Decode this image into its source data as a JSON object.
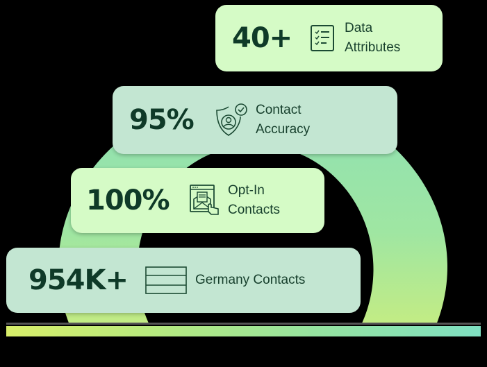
{
  "colors": {
    "background": "#000000",
    "card_light": "#d5fbc6",
    "card_mint": "#c3e6d2",
    "text_dark": "#0f3a28",
    "arc_top": "#8ee0b4",
    "arc_bottom": "#bdeb86",
    "bar_gradient": [
      "#d8ee6a",
      "#b8ea7e",
      "#96e3a0",
      "#7fe0c2"
    ]
  },
  "stats": [
    {
      "value": "40+",
      "label_line1": "Data",
      "label_line2": "Attributes",
      "icon": "checklist-icon"
    },
    {
      "value": "95%",
      "label_line1": "Contact",
      "label_line2": "Accuracy",
      "icon": "shield-user-check-icon"
    },
    {
      "value": "100%",
      "label_line1": "Opt-In",
      "label_line2": "Contacts",
      "icon": "email-click-icon"
    },
    {
      "value": "954K+",
      "label_line1": "Germany Contacts",
      "icon": "germany-flag-icon"
    }
  ]
}
